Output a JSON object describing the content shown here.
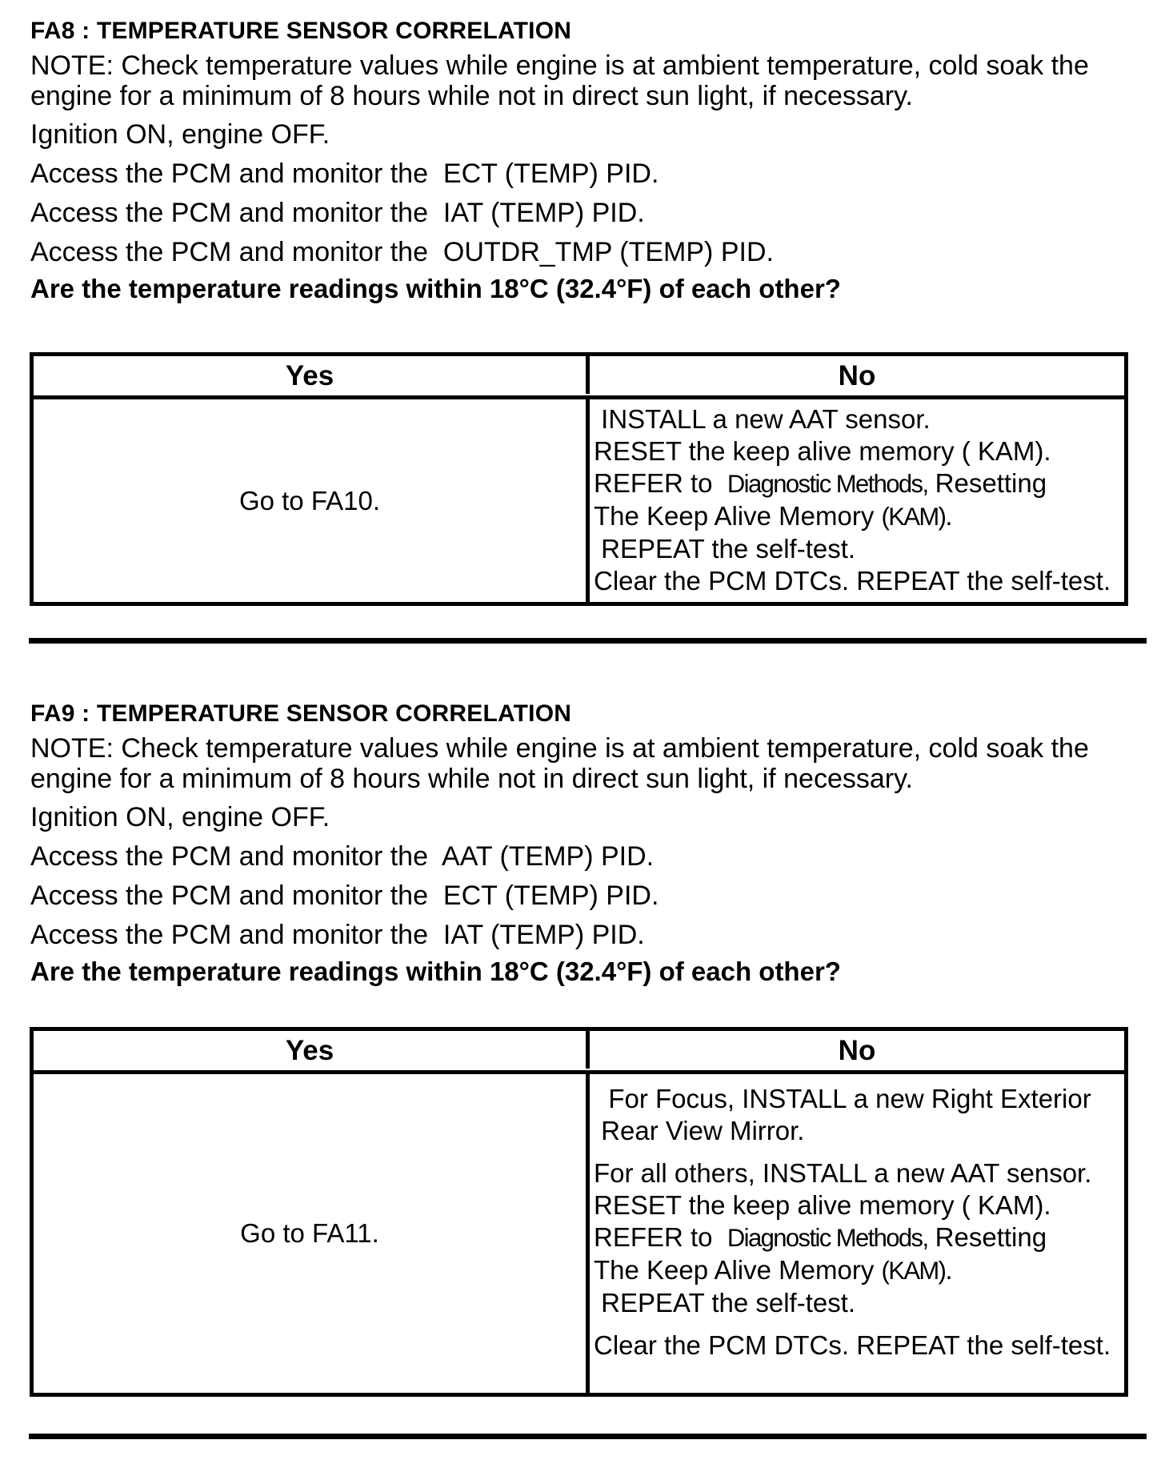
{
  "doc": {
    "sections": [
      {
        "heading": "FA8 : TEMPERATURE SENSOR CORRELATION",
        "note_lines": [
          "NOTE: Check temperature values while engine is at ambient temperature, cold soak the",
          "engine for a minimum of 8 hours while not in direct sun light, if necessary."
        ],
        "steps": [
          "Ignition ON, engine OFF.",
          "Access the PCM and monitor the  ECT (TEMP) PID.",
          "Access the PCM and monitor the  IAT (TEMP) PID.",
          "Access the PCM and monitor the  OUTDR_TMP (TEMP) PID."
        ],
        "question": "Are the temperature readings within 18°C (32.4°F) of each other?",
        "decision_table": {
          "yes_header": "Yes",
          "no_header": "No",
          "yes_action": "Go to FA10.",
          "no_actions": [
            {
              "seg": [
                {
                  "t": " INSTALL a new AAT sensor."
                }
              ]
            },
            {
              "seg": [
                {
                  "t": "RESET the keep alive memory ( KAM)."
                }
              ]
            },
            {
              "seg": [
                {
                  "t": "REFER to  "
                },
                {
                  "t": "Diagnostic Methods,",
                  "nw": true
                },
                {
                  "t": " Resetting"
                }
              ]
            },
            {
              "seg": [
                {
                  "t": "The Keep Alive Memory "
                },
                {
                  "t": "(KAM)",
                  "nw": true
                },
                {
                  "t": "."
                }
              ]
            },
            {
              "seg": [
                {
                  "t": " REPEAT the self-test."
                }
              ]
            },
            {
              "seg": [
                {
                  "t": "Clear the PCM DTCs. REPEAT the self-test."
                }
              ]
            }
          ]
        }
      },
      {
        "heading": "FA9 : TEMPERATURE SENSOR CORRELATION",
        "note_lines": [
          "NOTE: Check temperature values while engine is at ambient temperature, cold soak the",
          "engine for a minimum of 8 hours while not in direct sun light, if necessary."
        ],
        "steps": [
          "Ignition ON, engine OFF.",
          "Access the PCM and monitor the  AAT (TEMP) PID.",
          "Access the PCM and monitor the  ECT (TEMP) PID.",
          "Access the PCM and monitor the  IAT (TEMP) PID."
        ],
        "question": "Are the temperature readings within 18°C (32.4°F) of each other?",
        "decision_table": {
          "yes_header": "Yes",
          "no_header": "No",
          "yes_action": "Go to FA11.",
          "no_actions": [
            {
              "seg": [
                {
                  "t": "  For Focus, INSTALL a new Right Exterior"
                }
              ]
            },
            {
              "seg": [
                {
                  "t": " Rear View Mirror."
                }
              ]
            },
            {
              "gap": true,
              "seg": [
                {
                  "t": "For all others, INSTALL a new AAT sensor."
                }
              ]
            },
            {
              "seg": [
                {
                  "t": "RESET the keep alive memory ( KAM)."
                }
              ]
            },
            {
              "seg": [
                {
                  "t": "REFER to  "
                },
                {
                  "t": "Diagnostic Methods,",
                  "nw": true
                },
                {
                  "t": " Resetting"
                }
              ]
            },
            {
              "seg": [
                {
                  "t": "The Keep Alive Memory "
                },
                {
                  "t": "(KAM)",
                  "nw": true
                },
                {
                  "t": "."
                }
              ]
            },
            {
              "seg": [
                {
                  "t": " REPEAT the self-test."
                }
              ]
            },
            {
              "gap": true,
              "seg": [
                {
                  "t": "Clear the PCM DTCs. REPEAT the self-test."
                }
              ]
            }
          ]
        }
      }
    ]
  }
}
